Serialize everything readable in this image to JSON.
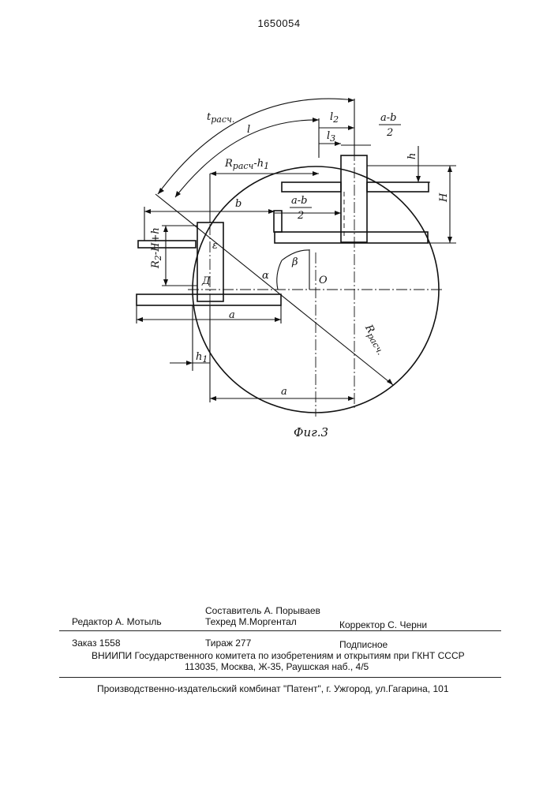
{
  "header": {
    "patent_number": "1650054"
  },
  "figure": {
    "caption": "Фиг.3",
    "labels": {
      "t_calc": "t",
      "t_calc_sub": "расч.",
      "l": "l",
      "l2": "l",
      "l2_sub": "2",
      "l3": "l",
      "l3_sub": "3",
      "ab_top_num": "a-b",
      "ab_top_den": "2",
      "ab_mid_num": "a-b",
      "ab_mid_den": "2",
      "h": "h",
      "H": "H",
      "r_minus_h1": "R",
      "r_minus_h1_sub": "расч",
      "r_minus_h1_tail": "-h",
      "r_minus_h1_tail_sub": "1",
      "b": "b",
      "eps": "ε",
      "beta": "β",
      "alpha": "α",
      "O": "O",
      "D": "Д",
      "r2hh": "R",
      "r2hh_sub": "2",
      "r2hh_tail": "-H+h",
      "a_bar": "a",
      "a_bottom": "a",
      "h1": "h",
      "h1_sub": "1",
      "R_calc": "R",
      "R_calc_sub": "расч."
    }
  },
  "footer": {
    "editor": "Редактор А. Мотыль",
    "compiler": "Составитель  А. Порываев",
    "techred": "Техред М.Моргентал",
    "corrector": "Корректор С. Черни",
    "order": "Заказ  1558",
    "circulation": "Тираж 277",
    "subscription": "Подписное",
    "org_line": "ВНИИПИ Государственного комитета по изобретениям и открытиям при ГКНТ СССР",
    "address": "113035, Москва, Ж-35, Раушская наб., 4/5",
    "publisher": "Производственно-издательский комбинат \"Патент\", г. Ужгород, ул.Гагарина, 101"
  }
}
